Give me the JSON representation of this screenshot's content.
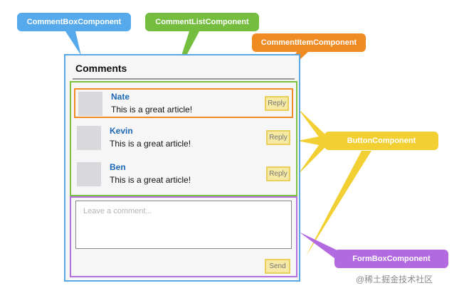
{
  "labels": {
    "comment_box": "CommentBoxComponent",
    "comment_list": "CommentListComponent",
    "comment_item": "CommentItemComponent",
    "button": "ButtonComponent",
    "form_box": "FormBoxComponent"
  },
  "colors": {
    "comment_box": "#56a9ea",
    "comment_list": "#74bd3f",
    "comment_item": "#f08b22",
    "button": "#f2d033",
    "form_box": "#b36ae0"
  },
  "panel": {
    "title": "Comments",
    "comments": [
      {
        "name": "Nate",
        "text": "This is a great article!",
        "reply": "Reply"
      },
      {
        "name": "Kevin",
        "text": "This is a great article!",
        "reply": "Reply"
      },
      {
        "name": "Ben",
        "text": "This is a great article!",
        "reply": "Reply"
      }
    ],
    "form": {
      "placeholder": "Leave a comment...",
      "send": "Send"
    }
  },
  "watermark": "@稀土掘金技术社区"
}
